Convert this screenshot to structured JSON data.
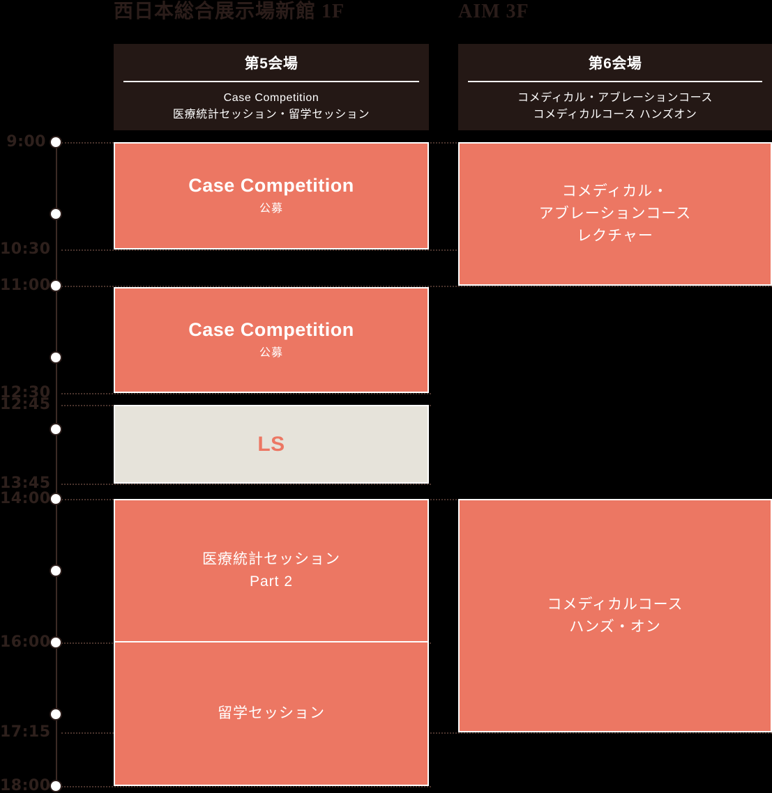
{
  "venues": [
    {
      "name": "西日本総合展示場新館 1F"
    },
    {
      "name": "AIM 3F"
    }
  ],
  "columns": [
    {
      "hall": "第5会場",
      "subtitle_line1": "Case Competition",
      "subtitle_line2": "医療統計セッション・留学セッション"
    },
    {
      "hall": "第6会場",
      "subtitle_line1": "コメディカル・アブレーションコース",
      "subtitle_line2": "コメディカルコース ハンズオン"
    }
  ],
  "time_axis": {
    "dots": [
      "9:00",
      "10:00",
      "11:00",
      "12:00",
      "13:00",
      "14:00",
      "15:00",
      "16:00",
      "17:00",
      "18:00"
    ],
    "labels": [
      "9:00",
      "10:30",
      "11:00",
      "12:30",
      "12:45",
      "13:45",
      "14:00",
      "16:00",
      "17:15",
      "18:00"
    ],
    "start": "9:00",
    "end": "18:00"
  },
  "sessions": {
    "col1": [
      {
        "title_en": "Case Competition",
        "sub": "公募",
        "start": "9:00",
        "end": "10:30",
        "color": "salmon"
      },
      {
        "title_en": "Case Competition",
        "sub": "公募",
        "start": "11:00",
        "end": "12:30",
        "color": "salmon"
      },
      {
        "title_en": "LS",
        "sub": "",
        "start": "12:45",
        "end": "13:45",
        "color": "cream"
      },
      {
        "title_jp_1": "医療統計セッション",
        "title_jp_2": "Part 2",
        "start": "14:00",
        "end": "16:00",
        "color": "salmon"
      },
      {
        "title_jp_1": "留学セッション",
        "title_jp_2": "",
        "start": "16:00",
        "end": "18:00",
        "color": "salmon"
      }
    ],
    "col2": [
      {
        "title_jp_1": "コメディカル・",
        "title_jp_2": "アブレーションコース",
        "title_jp_3": "レクチャー",
        "start": "9:00",
        "end": "11:00",
        "color": "salmon"
      },
      {
        "title_jp_1": "コメディカルコース",
        "title_jp_2": "ハンズ・オン",
        "title_jp_3": "",
        "start": "14:00",
        "end": "17:15",
        "color": "salmon"
      }
    ]
  },
  "colors": {
    "background": "#000000",
    "header_bg": "#241815",
    "session_salmon": "#ec7763",
    "session_cream": "#e6e3da",
    "axis": "#3b2a25",
    "time_label": "#2e201c",
    "venue_label": "#2b1d1a"
  }
}
